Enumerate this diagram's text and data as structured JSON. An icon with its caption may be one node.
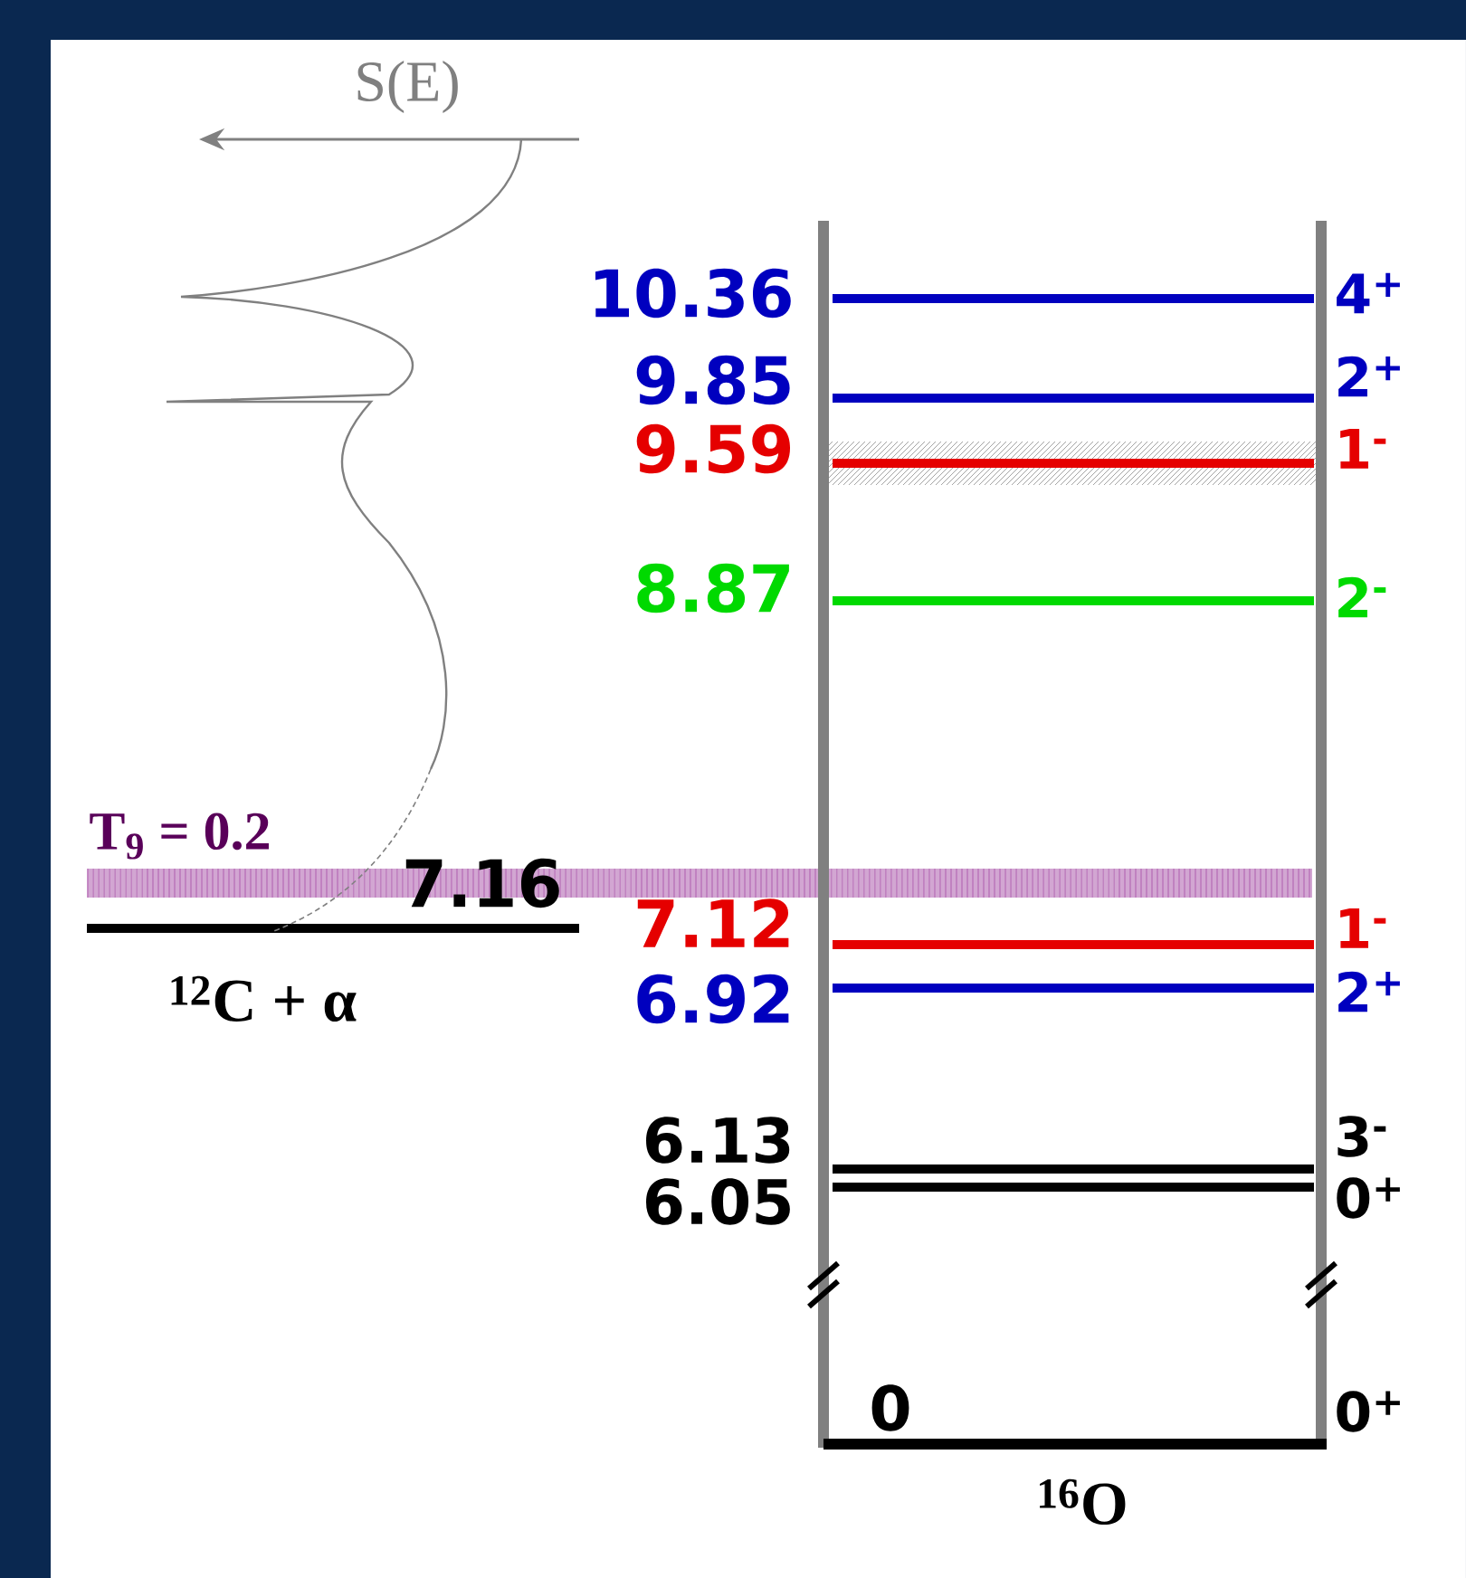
{
  "diagram": {
    "nodes": [
      {
        "text": [],
        "shape": "bar",
        "beside": [
          "T$_{9}$ = 0.2"
        ]
      }
    ],
    "labels": [
      "S(E)",
      "10.36",
      "4$^{+}$",
      "9.85",
      "2$^{+}$",
      "9.59",
      "1$^{-}$",
      "8.87",
      "2$^{-}$",
      "7.16",
      "7.12",
      "1$^{-}$",
      "$^{12}$C + α",
      "6.92",
      "2$^{+}$",
      "6.13",
      "3$^{-}$",
      "6.05",
      "0$^{+}$",
      "0",
      "0$^{+}$",
      "$^{16}$O"
    ]
  }
}
